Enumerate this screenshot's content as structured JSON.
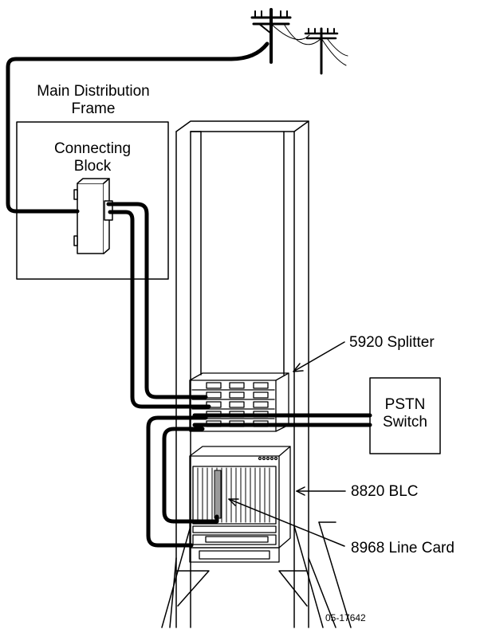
{
  "labels": {
    "mdf_line1": "Main Distribution",
    "mdf_line2": "Frame",
    "block_line1": "Connecting",
    "block_line2": "Block",
    "splitter": "5920 Splitter",
    "pstn_line1": "PSTN",
    "pstn_line2": "Switch",
    "blc": "8820 BLC",
    "line_card": "8968 Line Card",
    "figure_id": "05-17642"
  },
  "colors": {
    "line": "#000000",
    "background": "#ffffff",
    "card_fill": "#9a9a9a"
  },
  "icons": [
    "utility-pole-icon",
    "utility-pole-icon"
  ]
}
